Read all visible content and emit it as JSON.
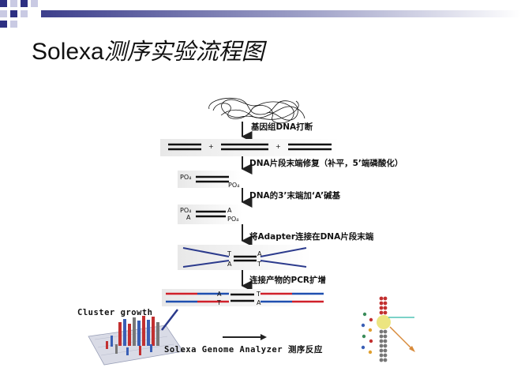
{
  "slide": {
    "title_latin": "Solexa",
    "title_cn": "测序实验流程图"
  },
  "steps": [
    {
      "label": "基因组DNA打断"
    },
    {
      "label": "DNA片段末端修复（补平，5’端磷酸化）"
    },
    {
      "label": "DNA的3’末端加‘A’碱基"
    },
    {
      "label": "将Adapter连接在DNA片段末端"
    },
    {
      "label": "连接产物的PCR扩增"
    }
  ],
  "panels": {
    "cluster_growth": "Cluster growth",
    "analyzer": "Solexa Genome Analyzer 测序反应"
  },
  "molecule_labels": {
    "po4": "PO₄",
    "a": "A",
    "t": "T",
    "plus": "+"
  },
  "colors": {
    "accent_square": "#3a3f8f",
    "adapter": "#2b3a8c",
    "pcr_red": "#d0202a",
    "pcr_blue": "#1f4fb0"
  }
}
